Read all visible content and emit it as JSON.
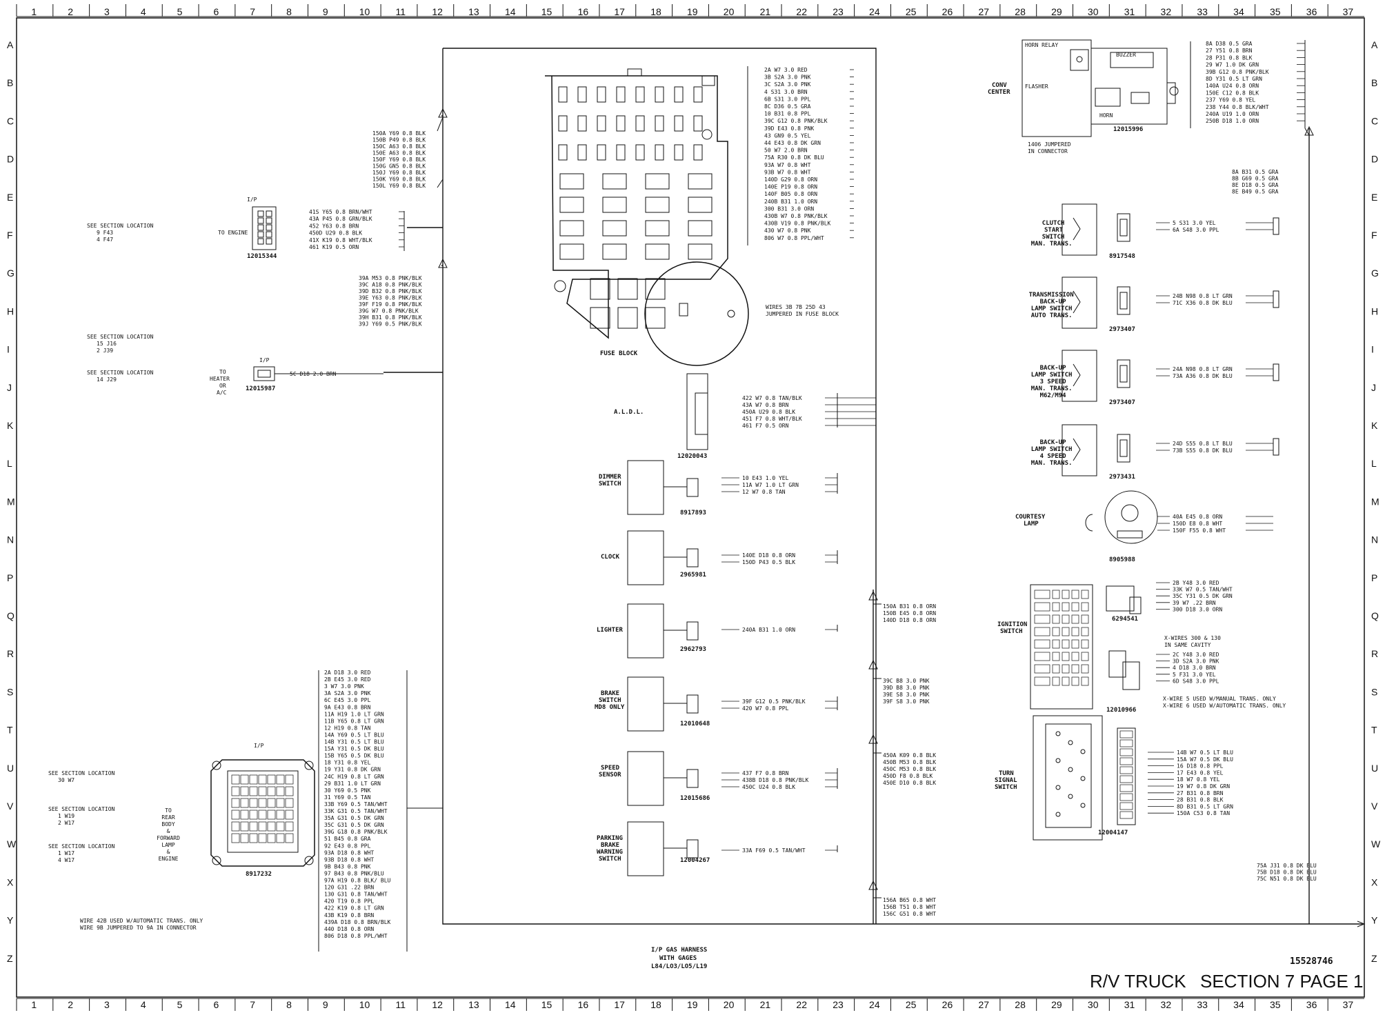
{
  "columns": [
    "1",
    "2",
    "3",
    "4",
    "5",
    "6",
    "7",
    "8",
    "9",
    "10",
    "11",
    "12",
    "13",
    "14",
    "15",
    "16",
    "17",
    "18",
    "19",
    "20",
    "21",
    "22",
    "23",
    "24",
    "25",
    "26",
    "27",
    "28",
    "29",
    "30",
    "31",
    "32",
    "33",
    "34",
    "35",
    "36",
    "37"
  ],
  "rows": [
    "A",
    "B",
    "C",
    "D",
    "E",
    "F",
    "G",
    "H",
    "I",
    "J",
    "K",
    "L",
    "M",
    "N",
    "P",
    "Q",
    "R",
    "S",
    "T",
    "U",
    "V",
    "W",
    "X",
    "Y",
    "Z"
  ],
  "title_block": {
    "harness": [
      "I/P GAS HARNESS",
      "WITH GAGES",
      "L84/LO3/LO5/L19"
    ],
    "part_number": "15528746",
    "vehicle": "R/V TRUCK",
    "section": "SECTION 7 PAGE 1"
  },
  "left_notes": {
    "engine_ref": {
      "head": "SEE SECTION  LOCATION",
      "rows": [
        "9        F43",
        "4        F47"
      ]
    },
    "ref_i": {
      "head": "SEE SECTION  LOCATION",
      "rows": [
        "15       J16",
        "2        J39"
      ]
    },
    "ref_j": {
      "head": "SEE SECTION  LOCATION",
      "rows": [
        "14       J29"
      ]
    },
    "ref_v": {
      "head": "SEE SECTION  LOCATION",
      "rows": [
        "30       W7"
      ]
    },
    "ref_w": {
      "head": "SEE SECTION  LOCATION",
      "rows": [
        "1        W19",
        "2        W17"
      ]
    },
    "ref_x": {
      "head": "SEE SECTION  LOCATION",
      "rows": [
        "1        W17",
        "4        W17"
      ]
    },
    "to_engine": "TO ENGINE",
    "to_heater": [
      "TO",
      "HEATER",
      "OR",
      "A/C"
    ],
    "to_rear": [
      "TO",
      "REAR",
      "BODY",
      "&",
      "FORWARD",
      "LAMP",
      "&",
      "ENGINE"
    ],
    "bottom_note": [
      "WIRE 42B USED W/AUTOMATIC TRANS. ONLY",
      "WIRE 9B JUMPERED TO 9A IN CONNECTOR"
    ]
  },
  "connectors": {
    "engine_conn": {
      "label": "I/P",
      "part": "12015344",
      "wires": [
        "41S   Y65   0.8 BRN/WHT",
        "43A   P45   0.8 GRN/BLK",
        "452   Y63   0.8 BRN",
        "450D  U29   0.8 BLK",
        "41X   K19   0.8 WHT/BLK",
        "461   K19   0.5 ORN"
      ]
    },
    "heater_conn": {
      "label": "I/P",
      "part": "12015987",
      "wires": [
        "5C   D18   2.0 BRN"
      ]
    },
    "main_ip": {
      "label": "I/P",
      "part": "8917232"
    }
  },
  "bundles": {
    "upper": [
      "150A  Y69  0.8 BLK",
      "150B  P49  0.8 BLK",
      "150C  A63  0.8 BLK",
      "150E  A63  0.8 BLK",
      "150F  Y69  0.8 BLK",
      "150G  GN5  0.8 BLK",
      "150J  Y69  0.8 BLK",
      "150K  Y69  0.8 BLK",
      "150L  Y69  0.8 BLK"
    ],
    "mid": [
      "39A  M53  0.8 PNK/BLK",
      "39C  A18  0.8 PNK/BLK",
      "39D  B32  0.8 PNK/BLK",
      "39E  Y63  0.8 PNK/BLK",
      "39F  F19  0.8 PNK/BLK",
      "39G  W7   0.8 PNK/BLK",
      "39H  B31  0.8 PNK/BLK",
      "39J  Y69  0.5 PNK/BLK"
    ],
    "main_list": [
      "2A  D18  3.0 RED",
      "2B  E45  3.0 RED",
      "3   W7   3.0 PNK",
      "3A  S2A  3.0 PNK",
      "6C  E45  3.0 PPL",
      "9A  E43  0.8 BRN",
      "11A  H19  1.0 LT GRN",
      "11B  Y65  0.8 LT GRN",
      "12  H19  0.8 TAN",
      "14A  Y69  0.5 LT BLU",
      "14B  Y31  0.5 LT BLU",
      "15A  Y31  0.5 DK BLU",
      "15B  Y65  0.5 DK BLU",
      "18  Y31  0.8 YEL",
      "19  Y31  0.8 DK GRN",
      "24C  H19  0.8 LT GRN",
      "29  B31  1.0 LT GRN",
      "30  Y69  0.5 PNK",
      "31  Y69  0.5 TAN",
      "33B  Y69  0.5 TAN/WHT",
      "33K  G31  0.5 TAN/WHT",
      "35A  G31  0.5 DK GRN",
      "35C  G31  0.5 DK GRN",
      "39G  G18  0.8 PNK/BLK",
      "51  B45  0.8 GRA",
      "92  E43  0.8 PPL",
      "93A  D18  0.8 WHT",
      "93B  D18  0.8 WHT",
      "9B  B43  0.8 PNK",
      "97  B43  0.8 PNK/BLU",
      "97A  H19  0.8 BLK/ BLU",
      "120  G31  .22 BRN",
      "130  G31  0.8 TAN/WHT",
      "420  T19  0.8 PPL",
      "422  K19  0.8 LT GRN",
      "43B  K19  0.8 BRN",
      "439A  D18  0.8 BRN/BLK",
      "440  D18  0.8 ORN",
      "806  D18  0.8 PPL/WHT"
    ],
    "fuse_right": [
      "2A  W7  3.0 RED",
      "3B  S2A  3.0 PNK",
      "3C  S2A  3.0 PNK",
      "4  S31  3.0 BRN",
      "6B  S31  3.0 PPL",
      "8C  D36  0.5 GRA",
      "10  B31  0.8 PPL",
      "39C  G12  0.8 PNK/BLK",
      "39D  E43  0.8 PNK",
      "43  GN9  0.5 YEL",
      "44  E43  0.8 DK GRN",
      "50  W7  2.0 BRN",
      "75A  R30  0.8 DK BLU",
      "93A  W7  0.8 WHT",
      "93B  W7  0.8 WHT",
      "140D  G29  0.8 ORN",
      "140E  P19  0.8 ORN",
      "140F  B05  0.8 ORN",
      "240B  B31  1.0 ORN",
      "300  B31  3.0 ORN",
      "430B  W7  0.8 PNK/BLK",
      "430B  V19  0.8 PNK/BLK",
      "430  W7  0.8 PNK",
      "806  W7  0.8 PPL/WHT"
    ],
    "right_mid": [
      "150A  B31  0.8 ORN",
      "150B  E45  0.8 ORN",
      "140D  D18  0.8 ORN"
    ],
    "right_t": [
      "39C  B8  3.0 PNK",
      "39D  B8  3.0 PNK",
      "39E  S8  3.0 PNK",
      "39F  S8  3.0 PNK"
    ],
    "right_v": [
      "450A  K09  0.8 BLK",
      "450B  M53  0.8 BLK",
      "450C  M53  0.8 BLK",
      "450D  F8  0.8 BLK",
      "450E  D10  0.8 BLK"
    ],
    "right_z": [
      "156A  B65  0.8 WHT",
      "156B  T51  0.8 WHT",
      "156C  G51  0.8 WHT"
    ],
    "conv_right": [
      "8A  D38  0.5 GRA",
      "27  Y51  0.8 BRN",
      "28  P31  0.8 BLK",
      "29  W7  1.0 DK GRN",
      "39B  G12  0.8 PNK/BLK",
      "8D  Y31  0.5 LT GRN",
      "140A  U24  0.8 ORN",
      "150E  C12  0.8 BLK",
      "237  Y69  0.8 YEL",
      "238  Y44  0.8 BLK/WHT",
      "240A  U19  1.0 ORN",
      "250B  D18  1.0 ORN"
    ],
    "conv_lower": [
      "8A  B31  0.5 GRA",
      "8B  G69  0.5 GRA",
      "8E  D18  0.5 GRA",
      "8E  B49  0.5 GRA"
    ]
  },
  "components": {
    "fuse_block": {
      "label": "FUSE BLOCK",
      "note": [
        "WIRES 3B 7B 25D 43",
        "JUMPERED IN FUSE BLOCK"
      ]
    },
    "aldl": {
      "label": "A.L.D.L.",
      "part": "12020043",
      "wires": [
        "422  W7  0.8 TAN/BLK",
        "43A  W7  0.8 BRN",
        "450A  U29  0.8 BLK",
        "451  F7  0.8 WHT/BLK",
        "461  F7  0.5 ORN"
      ]
    },
    "dimmer": {
      "label": [
        "DIMMER",
        "SWITCH"
      ],
      "part": "8917893",
      "wires": [
        "10  E43  1.0 YEL",
        "11A  W7  1.0 LT GRN",
        "12  W7  0.8 TAN"
      ]
    },
    "clock": {
      "label": "CLOCK",
      "part": "2965981",
      "wires": [
        "140E  D18  0.8 ORN",
        "150D  P43  0.5 BLK"
      ]
    },
    "lighter": {
      "label": "LIGHTER",
      "part": "2962793",
      "wires": [
        "240A  B31  1.0 ORN"
      ]
    },
    "brake": {
      "label": [
        "BRAKE",
        "SWITCH",
        "MD8 ONLY"
      ],
      "part": "12010648",
      "wires": [
        "39F  G12  0.5 PNK/BLK",
        "420  W7  0.8 PPL"
      ]
    },
    "speed": {
      "label": [
        "SPEED",
        "SENSOR"
      ],
      "part": "12015686",
      "wires": [
        "437  F7  0.8 BRN",
        "438B  D18  0.8 PNK/BLK",
        "450C  U24  0.8 BLK"
      ]
    },
    "parking": {
      "label": [
        "PARKING",
        "BRAKE",
        "WARNING",
        "SWITCH"
      ],
      "part": "12004267",
      "wires": [
        "33A  F69  0.5 TAN/WHT"
      ]
    },
    "conv_center": {
      "label": [
        "CONV",
        "CENTER"
      ],
      "part": "12015996",
      "note": [
        "1406 JUMPERED",
        "IN CONNECTOR"
      ],
      "items": [
        "HORN RELAY",
        "BUZZER",
        "HORN",
        "FLASHER"
      ]
    },
    "clutch": {
      "label": [
        "CLUTCH",
        "START",
        "SWITCH",
        "MAN. TRANS."
      ],
      "part": "8917548",
      "wires": [
        "5  S31  3.0 YEL",
        "6A  S48  3.0 PPL"
      ]
    },
    "trans_backup": {
      "label": [
        "TRANSMISSION",
        "BACK-UP",
        "LAMP SWITCH",
        "AUTO TRANS."
      ],
      "part": "2973407",
      "wires": [
        "24B  N98  0.8 LT GRN",
        "71C  X36  0.8 DK BLU"
      ]
    },
    "backup3": {
      "label": [
        "BACK-UP",
        "LAMP SWITCH",
        "3 SPEED",
        "MAN. TRANS.",
        "M62/M94"
      ],
      "part": "2973407",
      "wires": [
        "24A  N98  0.8 LT GRN",
        "73A  A36  0.8 DK BLU"
      ]
    },
    "backup4": {
      "label": [
        "BACK-UP",
        "LAMP SWITCH",
        "4 SPEED",
        "MAN. TRANS."
      ],
      "part": "2973431",
      "wires": [
        "24D  S55  0.8 LT BLU",
        "73B  S55  0.8 DK BLU"
      ]
    },
    "courtesy": {
      "label": [
        "COURTESY",
        "LAMP"
      ],
      "part": "8905988",
      "wires": [
        "40A  E45  0.8 ORN",
        "150D  E8  0.8 WHT",
        "150F  F55  0.8 WHT"
      ]
    },
    "ignition": {
      "label": [
        "IGNITION",
        "SWITCH"
      ],
      "part": "6294541",
      "wires": [
        "2B  Y48  3.0 RED",
        "33K  W7  0.5 TAN/WHT",
        "35C  Y31  0.5 DK GRN",
        "39  W7  .22 BRN",
        "300  D18  3.0 ORN"
      ],
      "note": [
        "X-WIRES 300 & 130",
        "IN SAME CAVITY"
      ]
    },
    "ignition2": {
      "part": "12010966",
      "wires": [
        "2C  Y48  3.0 RED",
        "3D  S2A  3.0 PNK",
        "4  D18  3.0 BRN",
        "5  F31  3.0 YEL",
        "6D  S48  3.0 PPL"
      ],
      "note": [
        "X-WIRE 5 USED W/MANUAL TRANS. ONLY",
        "X-WIRE 6 USED W/AUTOMATIC TRANS. ONLY"
      ]
    },
    "turn": {
      "label": [
        "TURN",
        "SIGNAL",
        "SWITCH"
      ],
      "part": "12004147",
      "wires": [
        "14B  W7  0.5 LT BLU",
        "15A  W7  0.5 DK BLU",
        "16  D18  0.8 PPL",
        "17  E43  0.8 YEL",
        "18  W7  0.8 YEL",
        "19  W7  0.8 DK GRN",
        "27  B31  0.8 BRN",
        "28  B31  0.8 BLK",
        "8D  B31  0.5 LT GRN",
        "150A  C53  0.8 TAN"
      ]
    },
    "bottom_right": [
      "75A  J31  0.8 DK BLU",
      "75B  D18  0.8 DK BLU",
      "75C  N51  0.8 DK BLU"
    ]
  }
}
